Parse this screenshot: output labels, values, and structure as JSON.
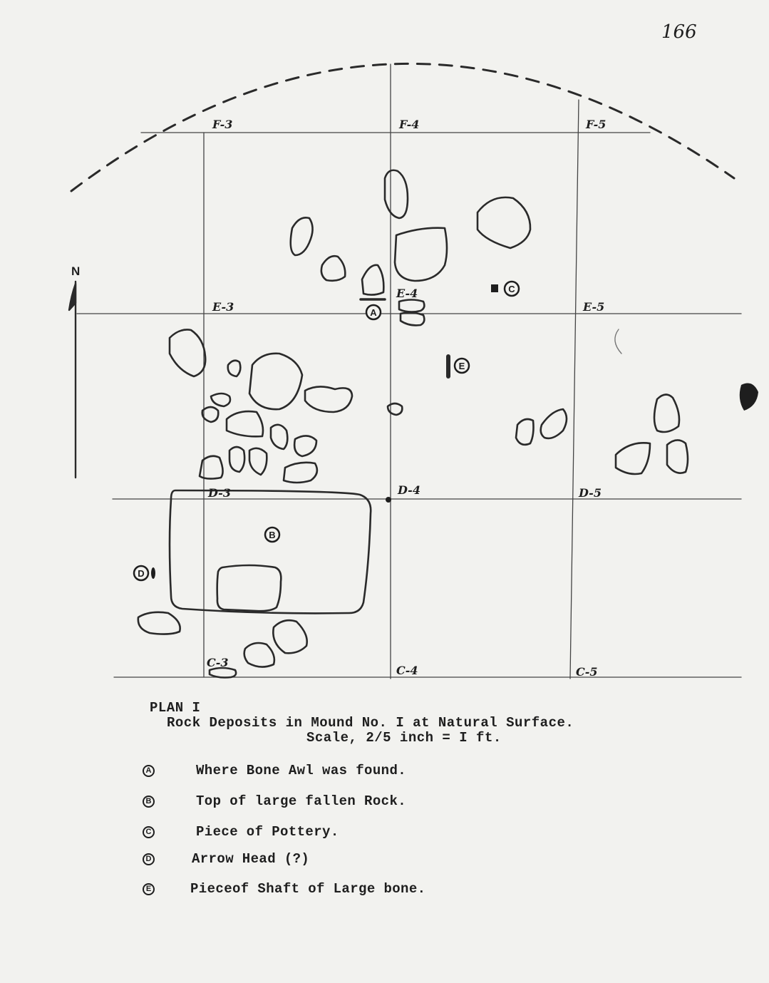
{
  "page_number": "166",
  "north_label": "N",
  "grid_labels": {
    "f3": "F-3",
    "f4": "F-4",
    "f5": "F-5",
    "e3": "E-3",
    "e4": "E-4",
    "e5": "E-5",
    "d3": "D-3",
    "d4": "D-4",
    "d5": "D-5",
    "c3": "C-3",
    "c4": "C-4",
    "c5": "C-5"
  },
  "markers": {
    "a": "A",
    "b": "B",
    "c": "C",
    "d": "D",
    "e": "E"
  },
  "caption": {
    "title": "PLAN I",
    "subtitle": "Rock Deposits in Mound No. I at Natural Surface.",
    "scale": "Scale, 2/5 inch = I ft."
  },
  "legend": [
    {
      "marker": "A",
      "text": "Where Bone Awl was found."
    },
    {
      "marker": "B",
      "text": "Top of large fallen Rock."
    },
    {
      "marker": "C",
      "text": "Piece of Pottery."
    },
    {
      "marker": "D",
      "text": "Arrow Head (?)"
    },
    {
      "marker": "E",
      "text": "Pieceof Shaft of Large bone."
    }
  ]
}
